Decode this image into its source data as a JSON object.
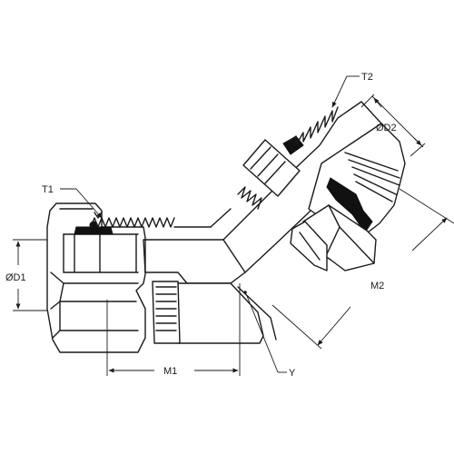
{
  "labels": {
    "t1": "T1",
    "t2": "T2",
    "d1": "ØD1",
    "d2": "ØD2",
    "m1": "M1",
    "m2": "M2",
    "y": "Y"
  }
}
